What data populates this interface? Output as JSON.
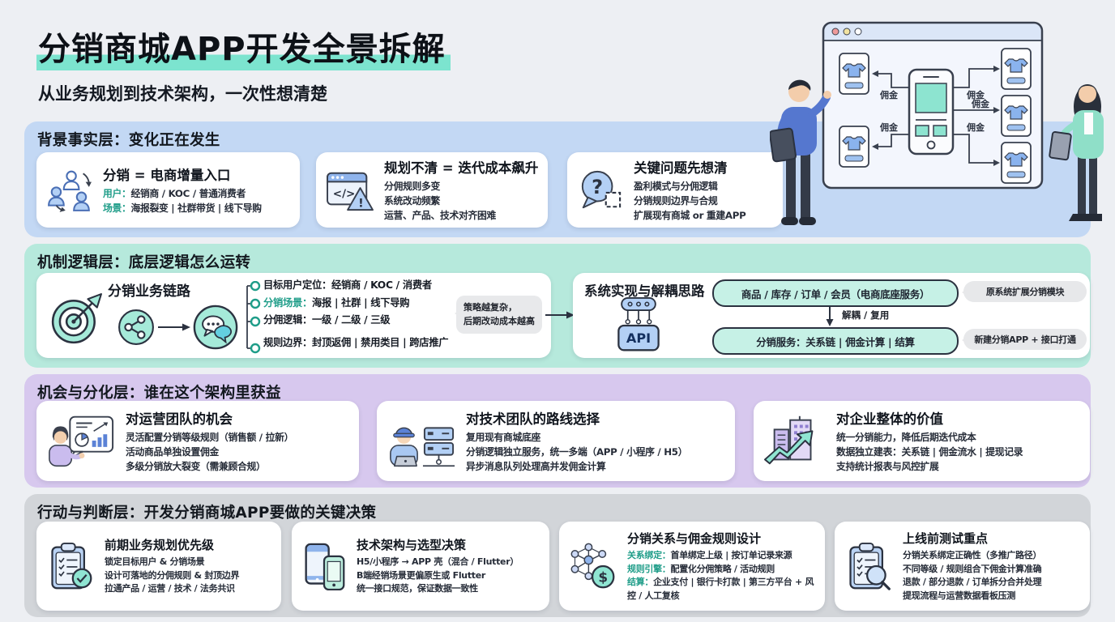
{
  "page": {
    "title": "分销商城APP开发全景拆解",
    "subtitle": "从业务规划到技术架构，一次性想清楚"
  },
  "colors": {
    "accent_highlight": "#7ce4cf",
    "accent_label_teal": "#1f9d89",
    "section_blue": "#c3d8f4",
    "section_mint": "#b6e9dc",
    "section_purple": "#d7c8ee",
    "section_gray": "#d2d5d9"
  },
  "illustration": {
    "commission_label": "佣金"
  },
  "background_layer": {
    "header": "背景事实层：变化正在发生",
    "cards": [
      {
        "icon": "people-network-icon",
        "title": "分销 = 电商增量入口",
        "lines": [
          {
            "label": "用户：",
            "text": "经销商 / KOC / 普通消费者"
          },
          {
            "label": "场景：",
            "text": "海报裂变 | 社群带货 | 线下导购"
          }
        ]
      },
      {
        "icon": "code-warning-icon",
        "title": "规划不清 = 迭代成本飙升",
        "lines": [
          {
            "text": "分佣规则多变"
          },
          {
            "text": "系统改动频繁"
          },
          {
            "text": "运营、产品、技术对齐困难"
          }
        ]
      },
      {
        "icon": "question-bubble-icon",
        "title": "关键问题先想清",
        "lines": [
          {
            "text": "盈利模式与分佣逻辑"
          },
          {
            "text": "分销规则边界与合规"
          },
          {
            "text": "扩展现有商城 or 重建APP"
          }
        ]
      }
    ]
  },
  "mechanism_layer": {
    "header": "机制逻辑层：底层逻辑怎么运转",
    "chain_card": {
      "title": "分销业务链路",
      "items": [
        {
          "label": "目标用户定位：",
          "text": "经销商 / KOC / 消费者"
        },
        {
          "label": "分销场景：",
          "text": "海报 | 社群 | 线下导购"
        },
        {
          "label": "分佣逻辑：",
          "text": "一级 / 二级 / 三级"
        },
        {
          "label": "规则边界：",
          "text": "封顶返佣 | 禁用类目 | 跨店推广"
        }
      ],
      "note_line1": "策略越复杂，",
      "note_line2": "后期改动成本越高"
    },
    "system_card": {
      "title": "系统实现与解耦思路",
      "api_label": "API",
      "top_pill": "商品 / 库存 / 订单 / 会员（电商底座服务）",
      "arrow_label": "解耦 / 复用",
      "bottom_pill": "分销服务：关系链 | 佣金计算 | 结算",
      "bubble_top": "原系统扩展分销模块",
      "bubble_bottom": "新建分销APP + 接口打通"
    }
  },
  "opportunity_layer": {
    "header": "机会与分化层：谁在这个架构里获益",
    "cards": [
      {
        "icon": "analyst-chart-icon",
        "title": "对运营团队的机会",
        "lines": [
          {
            "text": "灵活配置分销等级规则（销售额 / 拉新）"
          },
          {
            "text": "活动商品单独设置佣金"
          },
          {
            "text": "多级分销放大裂变（需兼顾合规）"
          }
        ]
      },
      {
        "icon": "engineer-server-icon",
        "title": "对技术团队的路线选择",
        "lines": [
          {
            "text": "复用现有商城底座"
          },
          {
            "text": "分销逻辑独立服务，统一多端（APP / 小程序 / H5）"
          },
          {
            "text": "异步消息队列处理高并发佣金计算"
          }
        ]
      },
      {
        "icon": "building-growth-icon",
        "title": "对企业整体的价值",
        "lines": [
          {
            "text": "统一分销能力，降低后期迭代成本"
          },
          {
            "text": "数据独立建表：关系链 | 佣金流水 | 提现记录"
          },
          {
            "text": "支持统计报表与风控扩展"
          }
        ]
      }
    ]
  },
  "action_layer": {
    "header": "行动与判断层：开发分销商城APP要做的关键决策",
    "cards": [
      {
        "icon": "clipboard-check-icon",
        "title": "前期业务规划优先级",
        "lines": [
          {
            "text": "锁定目标用户 & 分销场景"
          },
          {
            "text": "设计可落地的分佣规则 & 封顶边界"
          },
          {
            "text": "拉通产品 / 运营 / 技术 / 法务共识"
          }
        ]
      },
      {
        "icon": "devices-icon",
        "title": "技术架构与选型决策",
        "lines": [
          {
            "text": "H5/小程序 → APP 壳（混合 / Flutter）"
          },
          {
            "text": "B端经销场景更偏原生或 Flutter"
          },
          {
            "text": "统一接口规范，保证数据一致性"
          }
        ]
      },
      {
        "icon": "network-dollar-icon",
        "title": "分销关系与佣金规则设计",
        "lines": [
          {
            "label": "关系绑定：",
            "text": "首单绑定上级 | 按订单记录来源"
          },
          {
            "label": "规则引擎：",
            "text": "配置化分佣策略 / 活动规则"
          },
          {
            "label": "结算：",
            "text": "企业支付 | 银行卡打款 | 第三方平台 + 风控 / 人工复核"
          }
        ]
      },
      {
        "icon": "clipboard-search-icon",
        "title": "上线前测试重点",
        "lines": [
          {
            "text": "分销关系绑定正确性（多推广路径）"
          },
          {
            "text": "不同等级 / 规则组合下佣金计算准确"
          },
          {
            "text": "退款 / 部分退款 / 订单拆分合并处理"
          },
          {
            "text": "提现流程与运营数据看板压测"
          }
        ]
      }
    ]
  }
}
